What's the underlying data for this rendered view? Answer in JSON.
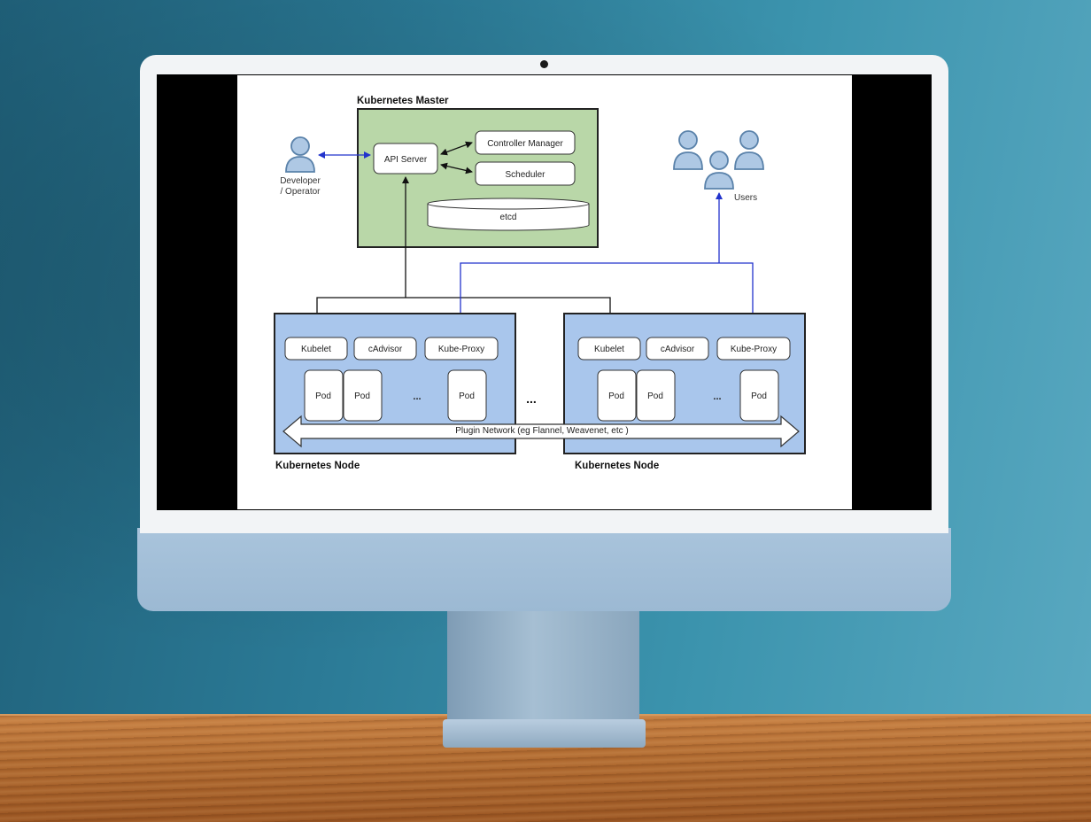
{
  "diagram": {
    "master": {
      "title": "Kubernetes Master",
      "api_server": "API Server",
      "controller_manager": "Controller Manager",
      "scheduler": "Scheduler",
      "etcd": "etcd"
    },
    "developer": {
      "line1": "Developer",
      "line2": "/ Operator"
    },
    "users": {
      "label": "Users"
    },
    "nodes": [
      {
        "title": "Kubernetes Node",
        "kubelet": "Kubelet",
        "cadvisor": "cAdvisor",
        "kube_proxy": "Kube-Proxy",
        "pods": [
          "Pod",
          "Pod",
          "Pod"
        ],
        "ellipsis": "..."
      },
      {
        "title": "Kubernetes Node",
        "kubelet": "Kubelet",
        "cadvisor": "cAdvisor",
        "kube_proxy": "Kube-Proxy",
        "pods": [
          "Pod",
          "Pod",
          "Pod"
        ],
        "ellipsis": "..."
      }
    ],
    "between_nodes": "...",
    "network": "Plugin Network (eg Flannel, Weavenet, etc )",
    "colors": {
      "master_fill": "#b9d7a8",
      "node_fill": "#a9c6ec",
      "user_icon": "#aec8e4",
      "blue_arrow": "#2233cc"
    }
  }
}
